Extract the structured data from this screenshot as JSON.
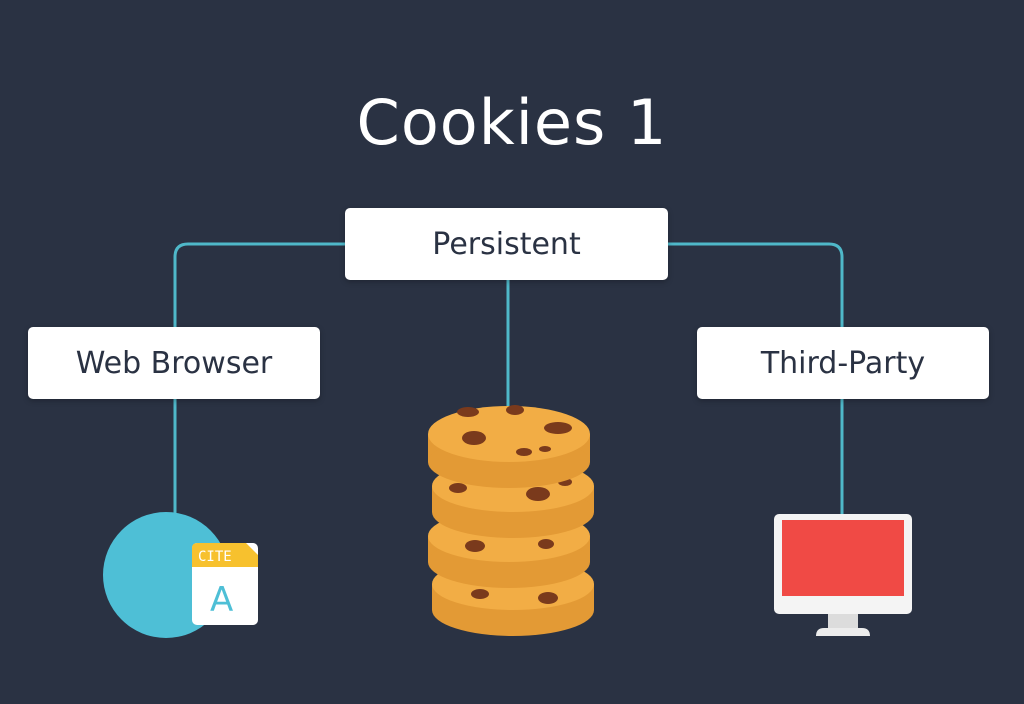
{
  "title": "Cookies 1",
  "nodes": {
    "center": "Persistent",
    "left": "Web Browser",
    "right": "Third-Party"
  },
  "icons": {
    "left": "browser-circle-icon",
    "left_badge_text": "CITE",
    "left_badge_letter": "A",
    "center": "cookie-stack-icon",
    "right": "monitor-icon"
  },
  "colors": {
    "background": "#2a3243",
    "connector": "#4fb8c9",
    "node_fill": "#ffffff",
    "circle": "#4ebfd6",
    "cookie": "#f2ad45",
    "chip": "#7a3a1c",
    "monitor_screen": "#f04a45",
    "badge": "#f7c12e"
  }
}
